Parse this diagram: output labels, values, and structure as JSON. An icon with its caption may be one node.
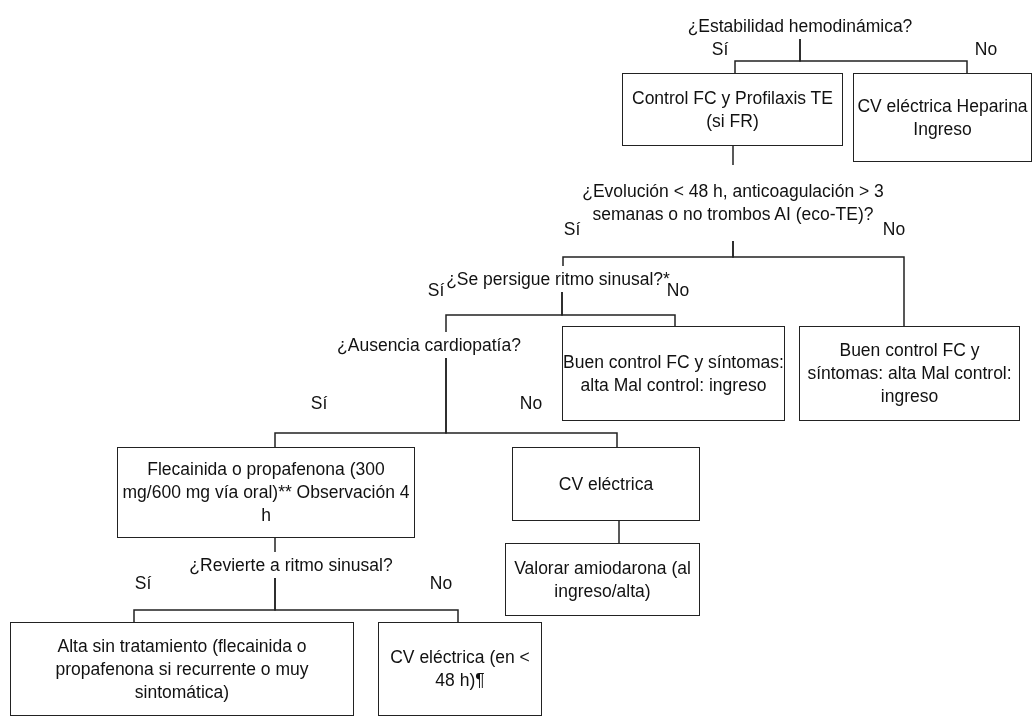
{
  "diagram": {
    "nodes": [
      {
        "text": [
          "¿Estabilidad hemodinámica?"
        ]
      },
      {
        "text": [
          "Control FC y Profilaxis TE (si FR)"
        ]
      },
      {
        "text": [
          "CV eléctrica Heparina Ingreso"
        ]
      },
      {
        "text": [
          "¿Evolución < 48 h, anticoagulación > 3 semanas o no trombos AI (eco-TE)?"
        ]
      },
      {
        "text": [
          "¿Se persigue ritmo sinusal?*"
        ]
      },
      {
        "text": [
          "Buen control FC y síntomas: alta Mal control: ingreso"
        ]
      },
      {
        "text": [
          "Buen control FC y síntomas: alta Mal control: ingreso"
        ]
      },
      {
        "text": [
          "¿Ausencia cardiopatía?"
        ]
      },
      {
        "text": [
          "Flecainida o propafenona (300 mg/600 mg vía oral)** Observación 4 h"
        ]
      },
      {
        "text": [
          "CV eléctrica"
        ]
      },
      {
        "text": [
          "¿Revierte a ritmo sinusal?"
        ]
      },
      {
        "text": [
          "Valorar amiodarona (al ingreso/alta)"
        ]
      },
      {
        "text": [
          "Alta sin tratamiento (flecainida o propafenona si recurrente o muy sintomática)"
        ]
      },
      {
        "text": [
          "CV eléctrica (en < 48 h)¶"
        ]
      }
    ],
    "edges": [
      {
        "from": 0,
        "to": 1,
        "arrow": "none",
        "label": "Sí"
      },
      {
        "from": 0,
        "to": 2,
        "arrow": "none",
        "label": "No"
      },
      {
        "from": 1,
        "to": 3,
        "arrow": "none"
      },
      {
        "from": 3,
        "to": 4,
        "arrow": "none",
        "label": "Sí"
      },
      {
        "from": 3,
        "to": 6,
        "arrow": "none",
        "label": "No"
      },
      {
        "from": 4,
        "to": 7,
        "arrow": "none",
        "label": "Sí"
      },
      {
        "from": 4,
        "to": 5,
        "arrow": "none",
        "label": "No"
      },
      {
        "from": 7,
        "to": 8,
        "arrow": "none",
        "label": "Sí"
      },
      {
        "from": 7,
        "to": 9,
        "arrow": "none",
        "label": "No"
      },
      {
        "from": 8,
        "to": 10,
        "arrow": "none"
      },
      {
        "from": 9,
        "to": 11,
        "arrow": "none"
      },
      {
        "from": 10,
        "to": 12,
        "arrow": "none",
        "label": "Sí"
      },
      {
        "from": 10,
        "to": 13,
        "arrow": "none",
        "label": "No"
      }
    ]
  }
}
